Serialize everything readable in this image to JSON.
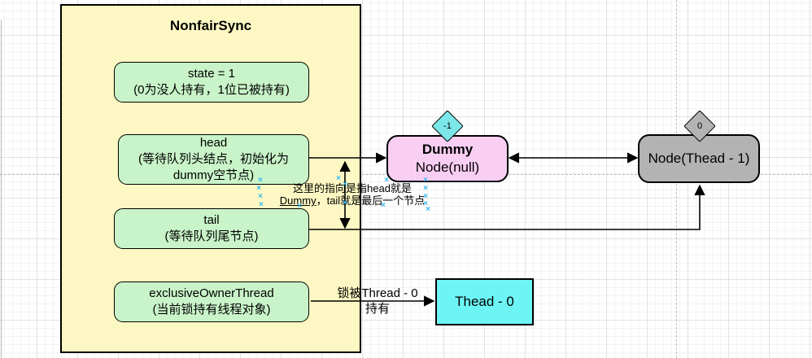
{
  "editor": {
    "handle_glyph": "×"
  },
  "diagram": {
    "container": {
      "title": "NonfairSync"
    },
    "fields": {
      "state": {
        "line1": "state = 1",
        "line2": "(0为没人持有，1位已被持有)"
      },
      "head": {
        "line1": "head",
        "line2": "(等待队列头结点，初始化为",
        "line3": "dummy空节点)"
      },
      "tail": {
        "line1": "tail",
        "line2": "(等待队列尾节点)"
      },
      "owner": {
        "line1": "exclusiveOwnerThread",
        "line2": "(当前锁持有线程对象)"
      }
    },
    "nodes": {
      "dummy": {
        "title": "Dummy",
        "subtitle": "Node(null)",
        "badge": "-1"
      },
      "thread1": {
        "title": "Node(Thead - 1)",
        "badge": "0"
      },
      "thread0": {
        "title": "Thead - 0"
      }
    },
    "labels": {
      "lock": {
        "line1": "锁被Thread - 0",
        "line2": "持有"
      },
      "note": {
        "line1": "这里的指向是指head就是",
        "underlined": "Dummy",
        "line2_rest": "，tail就是最后一个节点"
      }
    },
    "colors": {
      "container_fill": "#fdf8c3",
      "field_fill": "#c9f4c9",
      "dummy_fill": "#f8cef3",
      "thread1_fill": "#b3b3b3",
      "thread0_fill": "#6df5f6",
      "badge_neg1_fill": "#7ce7e8",
      "badge_0_fill": "#b3b3b3",
      "stroke": "#000000",
      "handle": "#35b9f1",
      "pagebreak": "#b9b9b9"
    }
  }
}
